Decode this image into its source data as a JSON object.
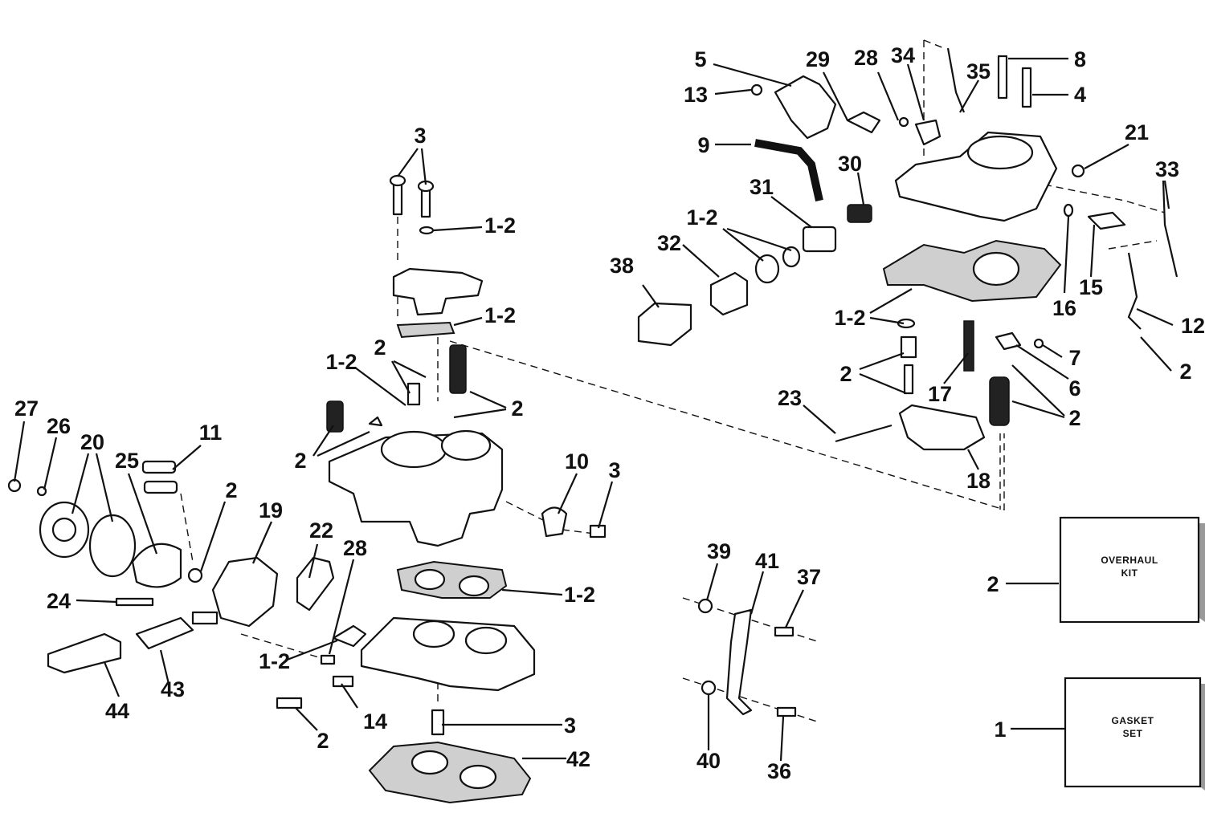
{
  "callouts": {
    "c3_top": "3",
    "c1_2_top": "1-2",
    "c1_2_b": "1-2",
    "c2_a": "2",
    "c1_2_c": "1-2",
    "c2_b": "2",
    "c2_c": "2",
    "c27": "27",
    "c26": "26",
    "c20": "20",
    "c25": "25",
    "c11": "11",
    "c2_d": "2",
    "c19": "19",
    "c22": "22",
    "c28_a": "28",
    "c24": "24",
    "c10": "10",
    "c3_b": "3",
    "c1_2_d": "1-2",
    "c1_2_e": "1-2",
    "c44": "44",
    "c43": "43",
    "c14": "14",
    "c2_e": "2",
    "c3_c": "3",
    "c42": "42",
    "c39": "39",
    "c41": "41",
    "c37": "37",
    "c40": "40",
    "c36": "36",
    "c5": "5",
    "c13": "13",
    "c29": "29",
    "c28_b": "28",
    "c34": "34",
    "c35": "35",
    "c8": "8",
    "c4": "4",
    "c21": "21",
    "c9": "9",
    "c30": "30",
    "c31": "31",
    "c33": "33",
    "c1_2_f": "1-2",
    "c32": "32",
    "c38": "38",
    "c16": "16",
    "c15": "15",
    "c1_2_g": "1-2",
    "c12": "12",
    "c7": "7",
    "c2_f": "2",
    "c17": "17",
    "c6": "6",
    "c2_g": "2",
    "c2_h": "2",
    "c23": "23",
    "c18": "18",
    "c2_kit": "2",
    "c1_gasket": "1"
  },
  "boxes": {
    "overhaul_line1": "OVERHAUL",
    "overhaul_line2": "KIT",
    "gasket_line1": "GASKET",
    "gasket_line2": "SET"
  }
}
